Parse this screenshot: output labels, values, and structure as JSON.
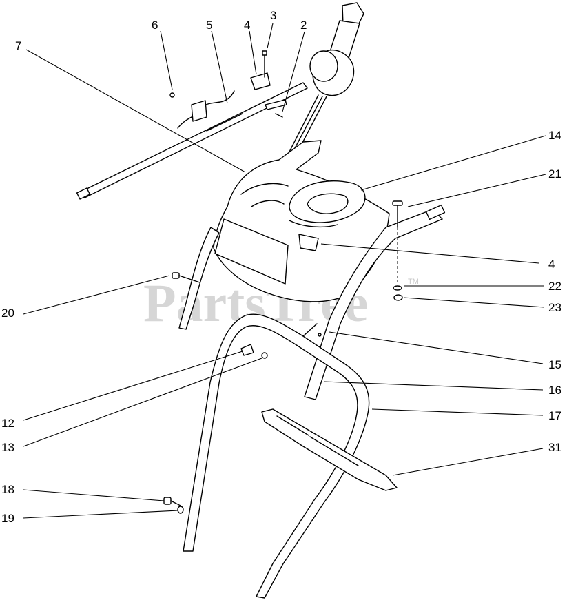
{
  "watermark": {
    "text": "PartsTree",
    "trademark": "TM"
  },
  "callouts": [
    {
      "id": "c6",
      "label": "6"
    },
    {
      "id": "c5",
      "label": "5"
    },
    {
      "id": "c4a",
      "label": "4"
    },
    {
      "id": "c3",
      "label": "3"
    },
    {
      "id": "c2",
      "label": "2"
    },
    {
      "id": "c7",
      "label": "7"
    },
    {
      "id": "c14",
      "label": "14"
    },
    {
      "id": "c21",
      "label": "21"
    },
    {
      "id": "c4b",
      "label": "4"
    },
    {
      "id": "c22",
      "label": "22"
    },
    {
      "id": "c23",
      "label": "23"
    },
    {
      "id": "c20",
      "label": "20"
    },
    {
      "id": "c15",
      "label": "15"
    },
    {
      "id": "c16",
      "label": "16"
    },
    {
      "id": "c17",
      "label": "17"
    },
    {
      "id": "c31",
      "label": "31"
    },
    {
      "id": "c12",
      "label": "12"
    },
    {
      "id": "c13",
      "label": "13"
    },
    {
      "id": "c18",
      "label": "18"
    },
    {
      "id": "c19",
      "label": "19"
    }
  ]
}
